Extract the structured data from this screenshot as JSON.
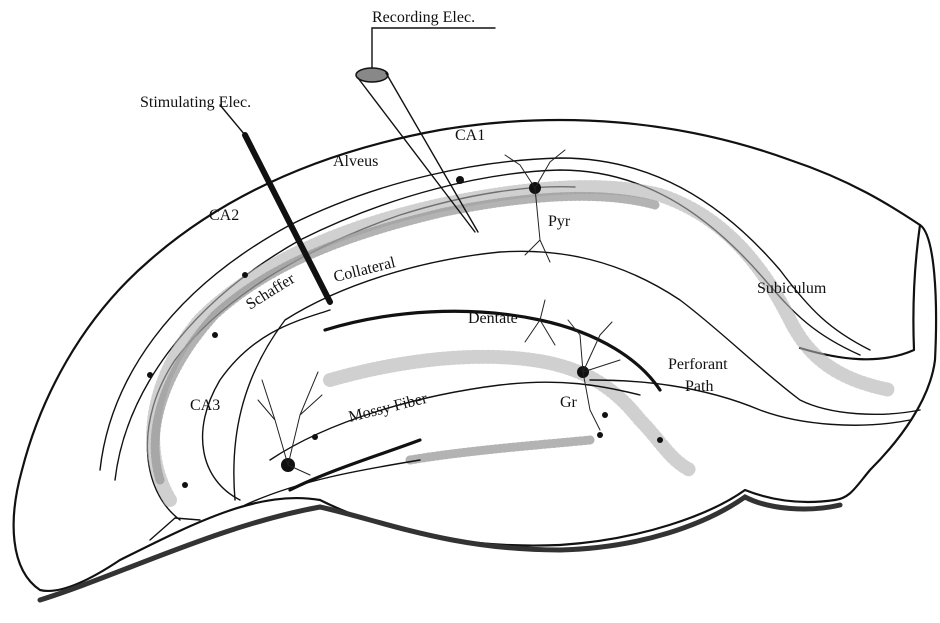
{
  "labels": {
    "recording_electrode": "Recording Elec.",
    "stimulating_electrode": "Stimulating Elec.",
    "ca1": "CA1",
    "alveus": "Alveus",
    "ca2": "CA2",
    "pyr": "Pyr",
    "schaffer": "Schaffer",
    "collateral": "Collateral",
    "subiculum": "Subiculum",
    "dentate": "Dentate",
    "perforant": "Perforant",
    "path": "Path",
    "ca3": "CA3",
    "mossy_fiber": "Mossy Fiber",
    "gr": "Gr"
  }
}
